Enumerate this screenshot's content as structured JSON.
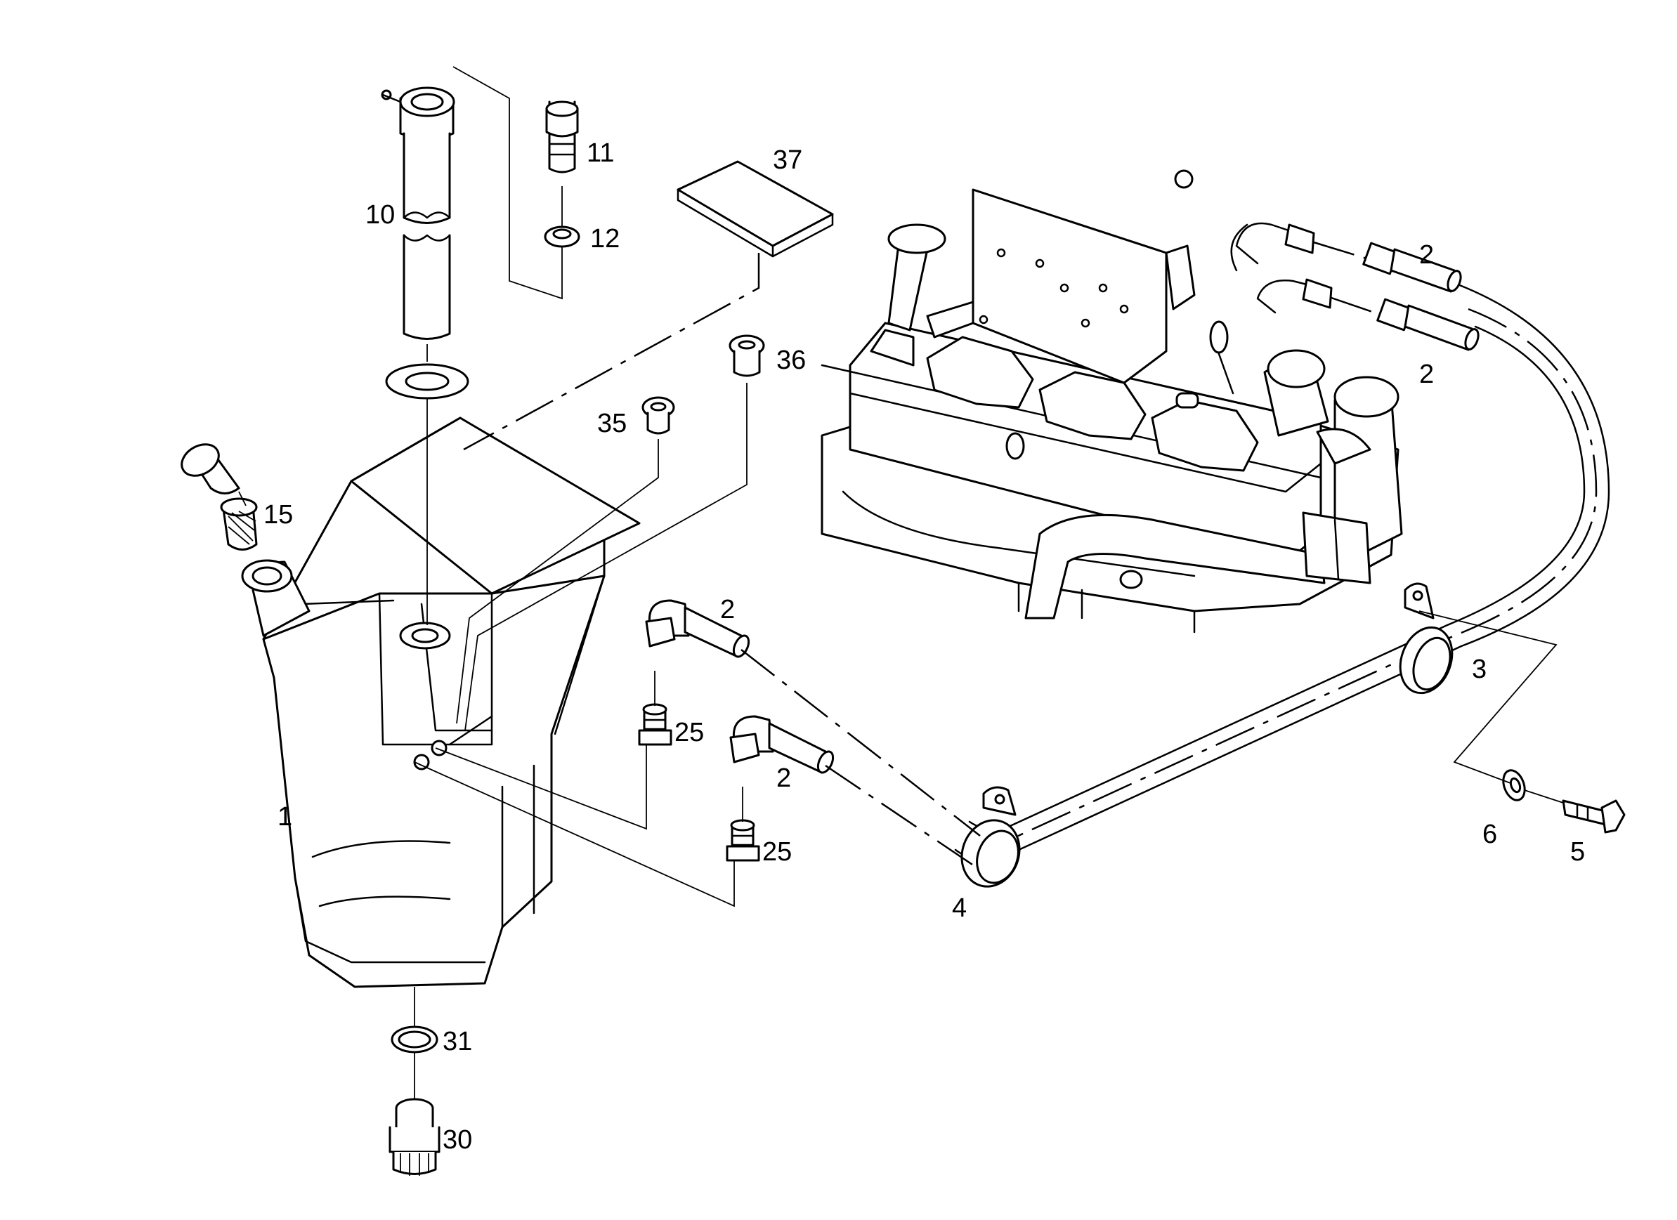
{
  "labels": {
    "p1": "1",
    "p2a": "2",
    "p2b": "2",
    "p2c": "2",
    "p2d": "2",
    "p3": "3",
    "p4": "4",
    "p5": "5",
    "p6": "6",
    "p10": "10",
    "p11": "11",
    "p12": "12",
    "p15": "15",
    "p25a": "25",
    "p25b": "25",
    "p30": "30",
    "p31": "31",
    "p35": "35",
    "p36": "36",
    "p37": "37"
  }
}
